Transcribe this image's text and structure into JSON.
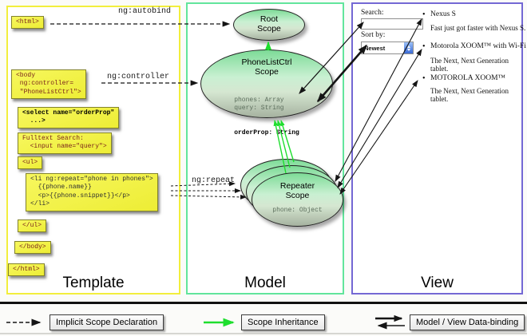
{
  "columns": {
    "template": {
      "label": "Template"
    },
    "model": {
      "label": "Model"
    },
    "view": {
      "label": "View"
    }
  },
  "template_code": {
    "html_open": "<html>",
    "body_open": "<body\n ng:controller=\n \"PhoneListCtrl\">",
    "select_box": "<select name=\"orderProp\"\n  ...>",
    "fulltext_box": "Fulltext Search:\n  <input name=\"query\">",
    "ul_open": "<ul>",
    "li_box": "<li ng:repeat=\"phone in phones\">\n  {{phone.name}}\n  <p>{{phone.snippet}}</p>\n</li>",
    "ul_close": "</ul>",
    "body_close": "</body>",
    "html_close": "</html>"
  },
  "arrow_labels": {
    "autobind": "ng:autobind",
    "controller": "ng:controller",
    "repeat": "ng:repeat"
  },
  "model": {
    "root_scope_title": "Root\nScope",
    "phonelist_title": "PhoneListCtrl\nScope",
    "phonelist_props": "phones: Array\nquery: String",
    "phonelist_bold_prop": "orderProp: String",
    "repeater_title": "Repeater\nScope",
    "repeater_prop": "phone: Object"
  },
  "view": {
    "search_label": "Search:",
    "search_value": "",
    "sort_label": "Sort by:",
    "sort_value": "Newest",
    "bullet": "•",
    "items": [
      {
        "title": "Nexus S",
        "desc": "Fast just got faster with Nexus S."
      },
      {
        "title": "Motorola XOOM™ with Wi-Fi",
        "desc": "The Next, Next Generation tablet."
      },
      {
        "title": "MOTOROLA XOOM™",
        "desc": "The Next, Next Generation tablet."
      }
    ]
  },
  "legend": {
    "implicit": "Implicit Scope Declaration",
    "inheritance": "Scope Inheritance",
    "databinding": "Model / View Data-binding"
  },
  "colors": {
    "template_border": "#f2ee3c",
    "model_border": "#62e59c",
    "view_border": "#7468d4",
    "scope_fill_green": "#7ddb97",
    "code_box_yellow": "#f2f243",
    "inheritance_arrow_green": "#1ede2e"
  }
}
